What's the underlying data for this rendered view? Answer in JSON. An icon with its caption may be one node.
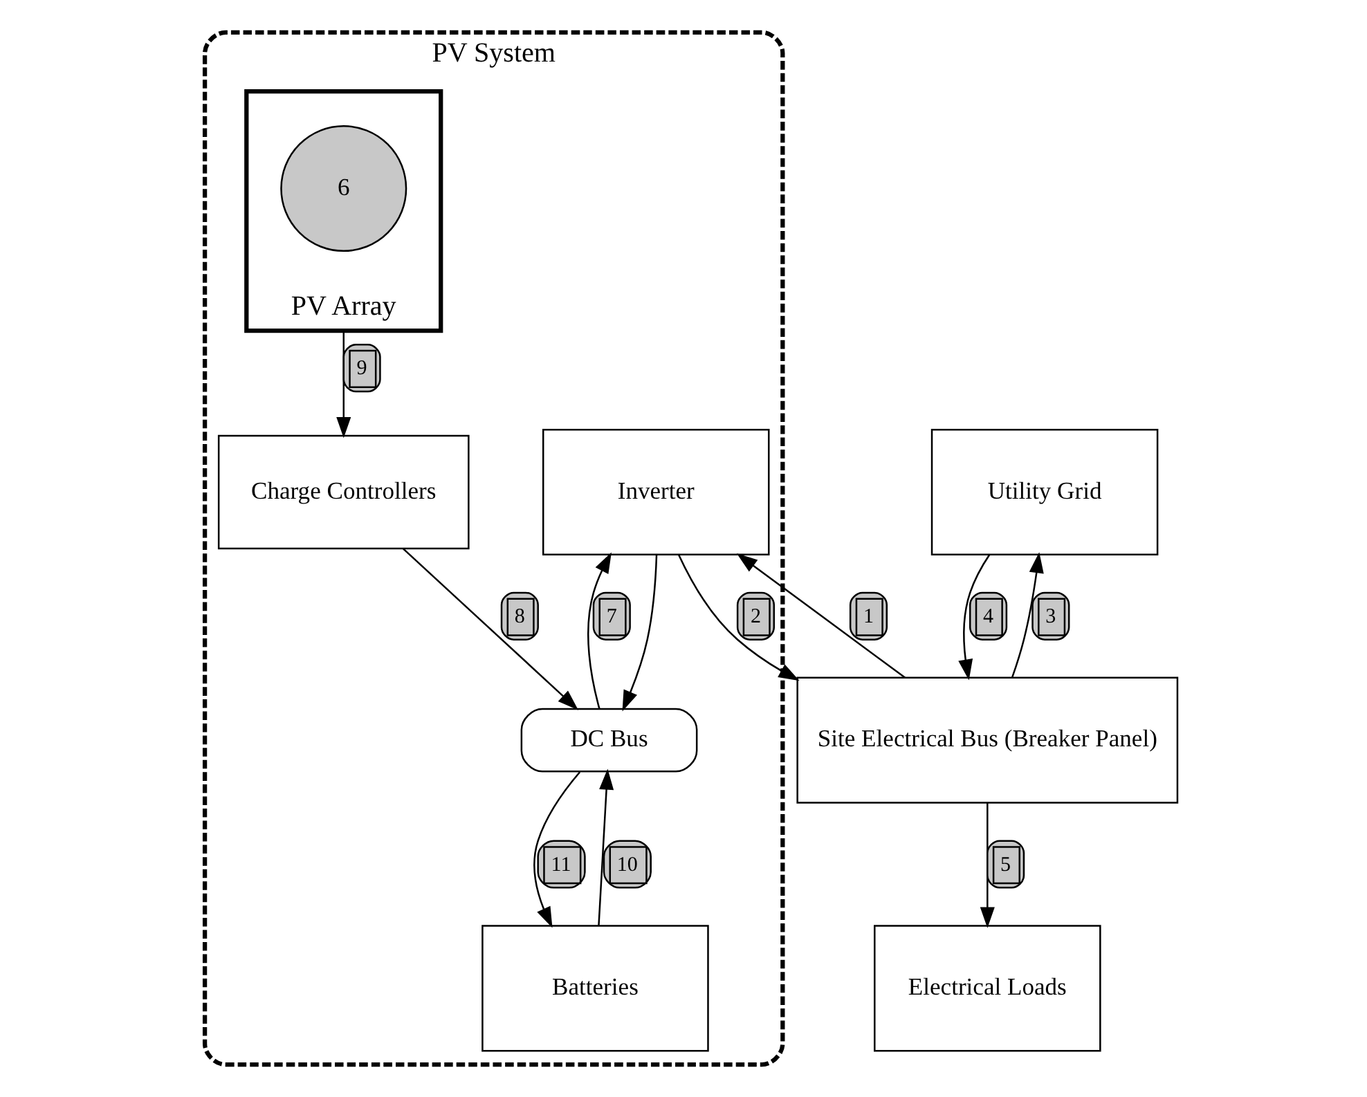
{
  "diagram": {
    "nodes": [
      {
        "text": [
          "PV System"
        ]
      },
      {
        "text": [
          "Utility Grid"
        ]
      },
      {
        "text": [
          "PV Array"
        ],
        "in": 0
      },
      {
        "text": [
          "6"
        ],
        "in": 2
      },
      {
        "text": [
          "Charge Controllers"
        ],
        "in": 0
      },
      {
        "text": [
          "Site Electrical Bus (Breaker Panel)"
        ]
      },
      {
        "text": [
          "Inverter"
        ],
        "in": 0
      },
      {
        "text": [
          "DC Bus"
        ],
        "in": 0
      },
      {
        "text": [
          "Electrical Loads"
        ]
      },
      {
        "text": [
          "Batteries"
        ],
        "in": 0
      }
    ],
    "edges": [
      {
        "from": 5,
        "to": 1,
        "arrow": "to",
        "label": "3"
      },
      {
        "from": 1,
        "to": 5,
        "arrow": "to",
        "label": "4"
      },
      {
        "from": 5,
        "to": 6,
        "arrow": "to",
        "label": "1"
      },
      {
        "from": 6,
        "to": 5,
        "arrow": "to",
        "label": "2"
      },
      {
        "from": 5,
        "to": 8,
        "arrow": "to",
        "label": "5"
      },
      {
        "from": 2,
        "to": 4,
        "arrow": "to",
        "label": "9"
      },
      {
        "from": 4,
        "to": 7,
        "arrow": "to",
        "label": "8"
      },
      {
        "from": 6,
        "to": 7,
        "arrow": "to"
      },
      {
        "from": 7,
        "to": 6,
        "arrow": "to",
        "label": "7"
      },
      {
        "from": 9,
        "to": 7,
        "arrow": "to",
        "label": "10"
      },
      {
        "from": 7,
        "to": 9,
        "arrow": "to",
        "label": "11"
      }
    ]
  }
}
